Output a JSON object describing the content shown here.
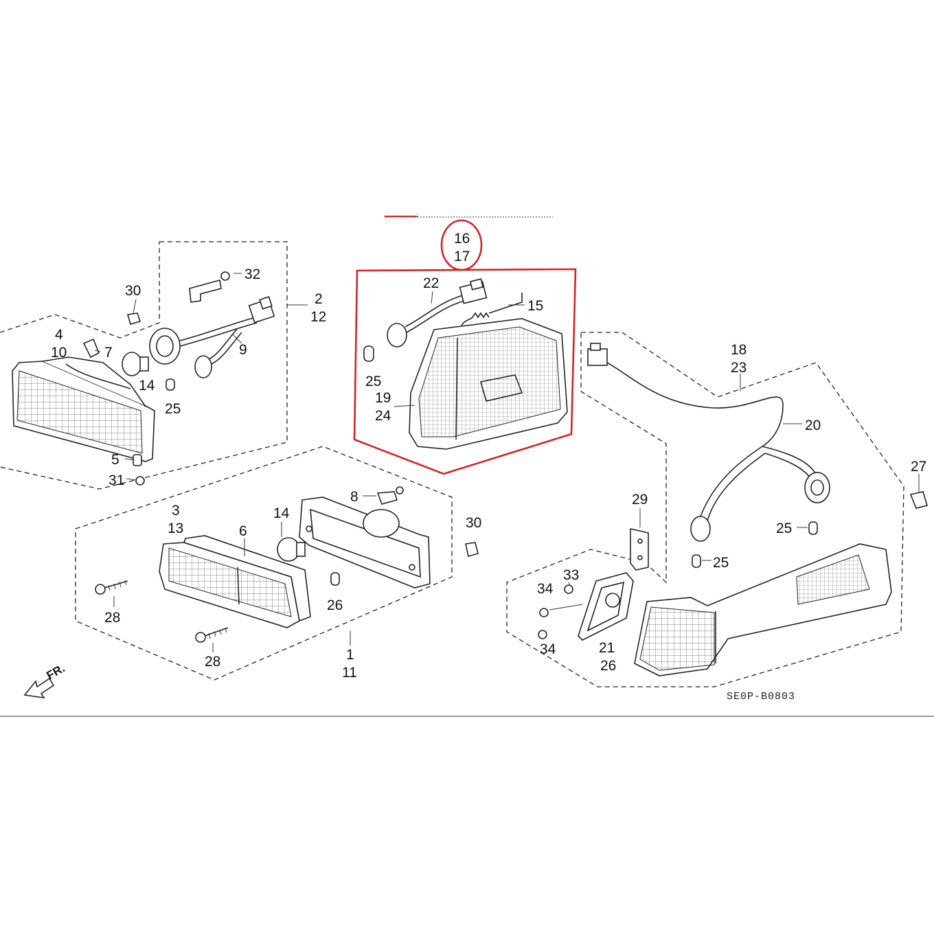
{
  "callouts": {
    "c16": "16",
    "c17": "17",
    "c22": "22",
    "c15": "15",
    "c25a": "25",
    "c19": "19",
    "c24": "24",
    "c30a": "30",
    "c32": "32",
    "c2": "2",
    "c12": "12",
    "c4": "4",
    "c10": "10",
    "c7": "7",
    "c9": "9",
    "c14a": "14",
    "c25b": "25",
    "c5": "5",
    "c31": "31",
    "c3": "3",
    "c13": "13",
    "c6": "6",
    "c14b": "14",
    "c8": "8",
    "c30b": "30",
    "c26a": "26",
    "c28a": "28",
    "c28b": "28",
    "c1": "1",
    "c11": "11",
    "c18": "18",
    "c23": "23",
    "c20": "20",
    "c27": "27",
    "c29": "29",
    "c25c": "25",
    "c25d": "25",
    "c33": "33",
    "c34a": "34",
    "c34b": "34",
    "c21": "21",
    "c26b": "26"
  },
  "direction_label": "FR.",
  "diagram_code": "SE0P-B0803",
  "colors": {
    "highlight": "#d2232a",
    "line": "#222222",
    "background": "#ffffff"
  }
}
